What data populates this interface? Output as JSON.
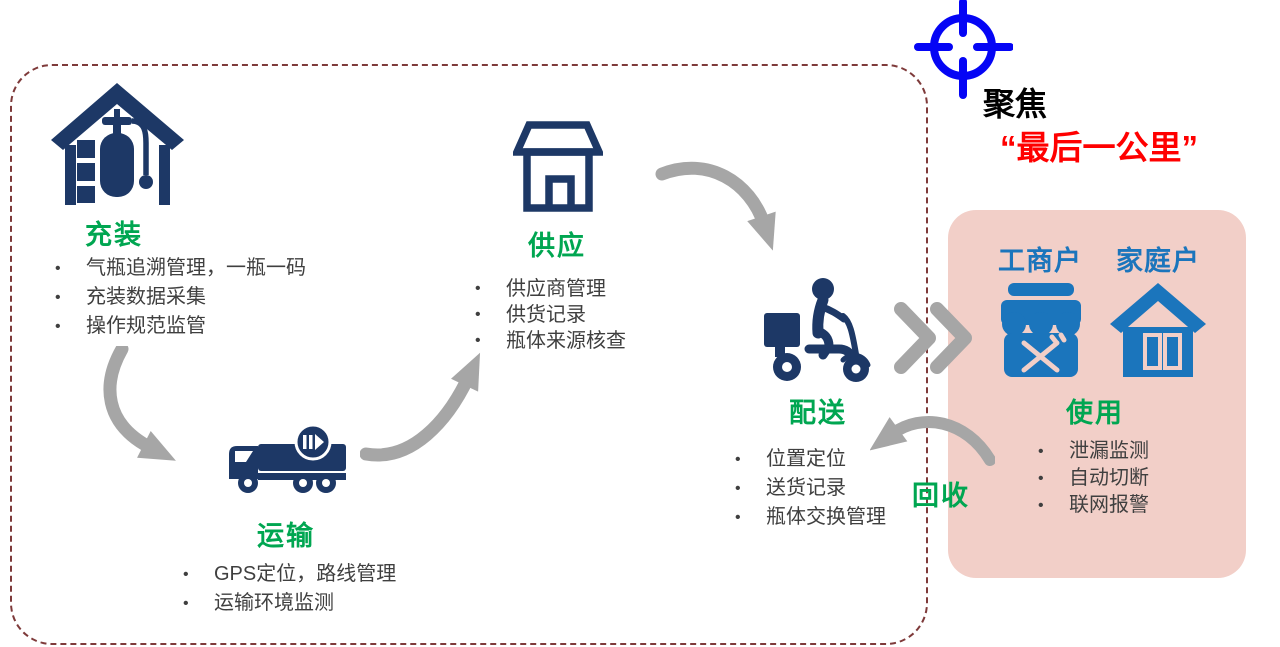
{
  "focus": {
    "title": "聚焦",
    "subtitle": "“最后一公里”"
  },
  "stages": {
    "filling": {
      "label": "充装",
      "bullets": [
        "气瓶追溯管理，一瓶一码",
        "充装数据采集",
        "操作规范监管"
      ]
    },
    "transport": {
      "label": "运输",
      "bullets": [
        "GPS定位，路线管理",
        "运输环境监测"
      ]
    },
    "supply": {
      "label": "供应",
      "bullets": [
        "供应商管理",
        "供货记录",
        "瓶体来源核查"
      ]
    },
    "delivery": {
      "label": "配送",
      "bullets": [
        "位置定位",
        "送货记录",
        "瓶体交换管理"
      ]
    },
    "usage": {
      "label": "使用",
      "user_types": [
        "工商户",
        "家庭户"
      ],
      "bullets": [
        "泄漏监测",
        "自动切断",
        "联网报警"
      ]
    },
    "recycle": {
      "label": "回收"
    }
  },
  "icons": {
    "focus": "crosshair-target",
    "filling": "filling-station-house",
    "transport": "tank-truck-gps",
    "supply": "storefront-outline",
    "delivery": "delivery-scooter",
    "commercial": "restaurant-store",
    "household": "house",
    "flow": "double-chevron-right"
  },
  "colors": {
    "stage_label_green": "#00A651",
    "icon_navy": "#1D3866",
    "user_blue": "#1B75BC",
    "arrow_gray": "#A6A6A6",
    "panel_pink": "#F2CFC8",
    "border_maroon": "#7E3A3A",
    "focus_red": "#FF0000",
    "target_blue": "#0000FF",
    "body_text": "#3F3F3F"
  }
}
